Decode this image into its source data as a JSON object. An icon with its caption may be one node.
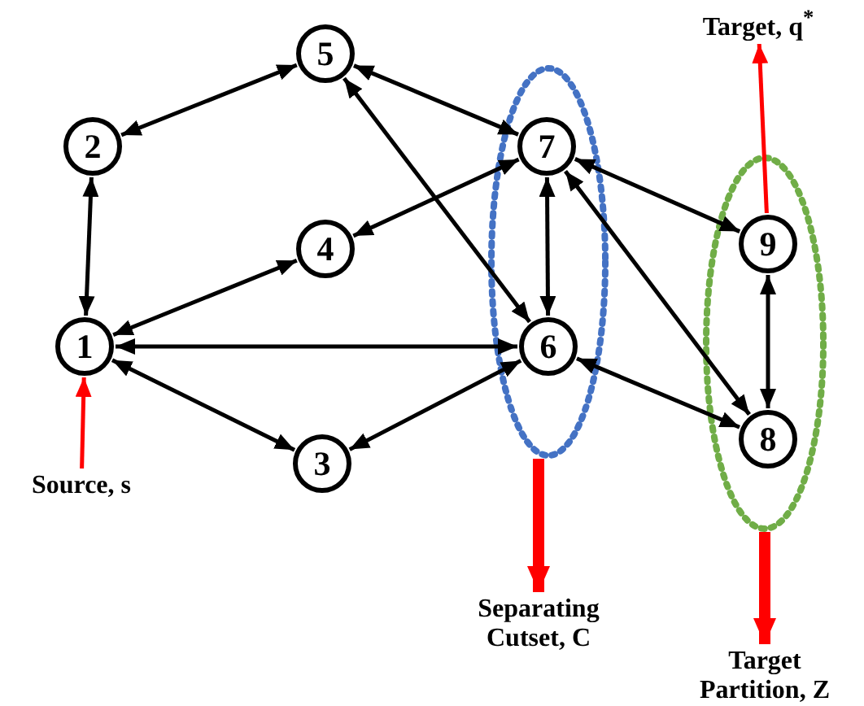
{
  "diagram": {
    "nodes": [
      {
        "text": [
          "1"
        ]
      },
      {
        "text": [
          "2"
        ]
      },
      {
        "text": [
          "5"
        ]
      },
      {
        "text": [
          "4"
        ]
      },
      {
        "text": [
          "3"
        ]
      },
      {
        "text": [],
        "shape": "ellipse"
      },
      {
        "text": [
          "7"
        ],
        "in": 5
      },
      {
        "text": [
          "6"
        ],
        "in": 5
      },
      {
        "text": [],
        "shape": "ellipse"
      },
      {
        "text": [
          "9"
        ],
        "in": 8
      },
      {
        "text": [
          "8"
        ],
        "in": 8
      },
      {
        "text": [
          "Source, s"
        ]
      },
      {
        "text": [
          "Target, q$^{*}$"
        ]
      },
      {
        "text": [
          "Separating Cutset, C"
        ]
      },
      {
        "text": [
          "Target Partition, Z"
        ]
      }
    ],
    "edges": [
      {
        "from": 0,
        "to": 1,
        "arrow": "both"
      },
      {
        "from": 1,
        "to": 2,
        "arrow": "both"
      },
      {
        "from": 0,
        "to": 3,
        "arrow": "both"
      },
      {
        "from": 0,
        "to": 7,
        "arrow": "both"
      },
      {
        "from": 0,
        "to": 4,
        "arrow": "both"
      },
      {
        "from": 4,
        "to": 7,
        "arrow": "both"
      },
      {
        "from": 3,
        "to": 6,
        "arrow": "both"
      },
      {
        "from": 2,
        "to": 7,
        "arrow": "both"
      },
      {
        "from": 2,
        "to": 6,
        "arrow": "both"
      },
      {
        "from": 6,
        "to": 7,
        "arrow": "both"
      },
      {
        "from": 6,
        "to": 9,
        "arrow": "both"
      },
      {
        "from": 6,
        "to": 10,
        "arrow": "both"
      },
      {
        "from": 7,
        "to": 10,
        "arrow": "both"
      },
      {
        "from": 9,
        "to": 10,
        "arrow": "both"
      },
      {
        "from": 11,
        "to": 0,
        "arrow": "to",
        "color": "#ff0000"
      },
      {
        "from": 9,
        "to": 12,
        "arrow": "to",
        "color": "#ff0000"
      },
      {
        "from": 5,
        "to": 13,
        "arrow": "to",
        "style": "thick",
        "color": "#ff0000"
      },
      {
        "from": 8,
        "to": 14,
        "arrow": "to",
        "style": "thick",
        "color": "#ff0000"
      }
    ]
  }
}
